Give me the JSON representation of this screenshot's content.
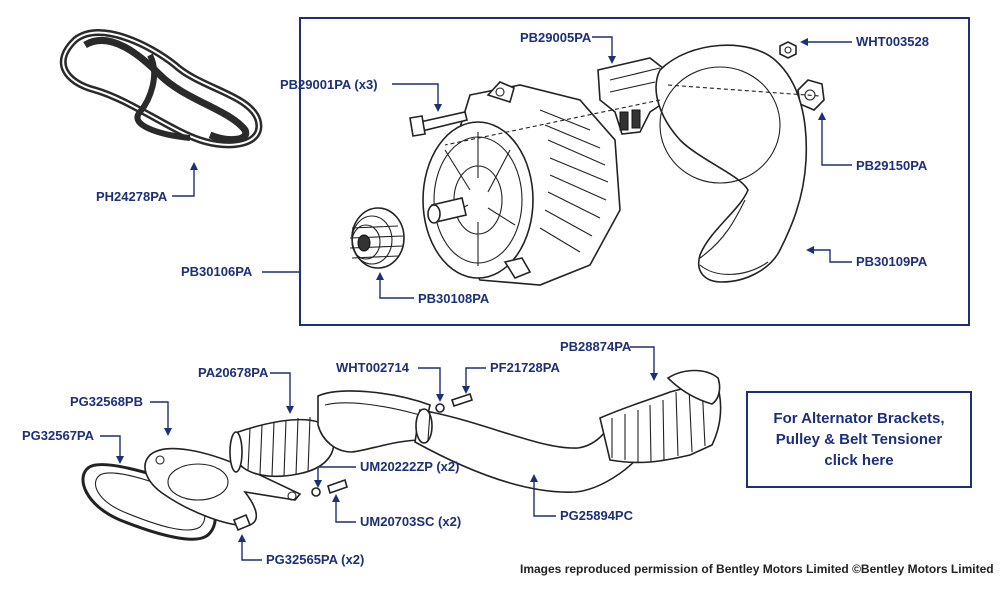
{
  "parts": {
    "ph24278pa": "PH24278PA",
    "pb29001pa": "PB29001PA (x3)",
    "pb29005pa": "PB29005PA",
    "wht003528": "WHT003528",
    "pb29150pa": "PB29150PA",
    "pb30106pa": "PB30106PA",
    "pb30108pa": "PB30108PA",
    "pb30109pa": "PB30109PA",
    "wht002714": "WHT002714",
    "pf21728pa": "PF21728PA",
    "pb28874pa": "PB28874PA",
    "pa20678pa": "PA20678PA",
    "pg32568pb": "PG32568PB",
    "pg32567pa": "PG32567PA",
    "um20222zp": "UM20222ZP (x2)",
    "um20703sc": "UM20703SC (x2)",
    "pg25894pc": "PG25894PC",
    "pg32565pa": "PG32565PA (x2)"
  },
  "link_box": {
    "line1": "For Alternator Brackets,",
    "line2": "Pulley & Belt Tensioner",
    "line3": "click here"
  },
  "footer": {
    "copyright": "Images reproduced permission of Bentley Motors Limited ©Bentley Motors Limited"
  },
  "colors": {
    "label": "#1c2f7a",
    "line": "#222222"
  }
}
